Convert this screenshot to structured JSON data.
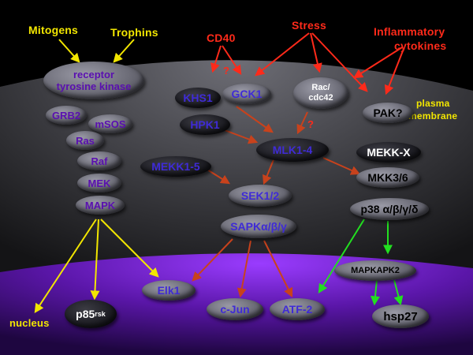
{
  "inputs": {
    "mitogens": "Mitogens",
    "trophins": "Trophins",
    "cd40": "CD40",
    "stress": "Stress",
    "inflammatory_line1": "Inflammatory",
    "inflammatory_line2": "cytokines"
  },
  "membrane": {
    "plasma": "plasma",
    "membrane": "membrane"
  },
  "question_marks": [
    "?",
    "?"
  ],
  "nodes": {
    "rtk_line1": "receptor",
    "rtk_line2": "tyrosine kinase",
    "grb2": "GRB2",
    "msos": "mSOS",
    "ras": "Ras",
    "raf": "Raf",
    "mek": "MEK",
    "mapk": "MAPK",
    "khs1": "KHS1",
    "gck1": "GCK1",
    "rac_line1": "Rac/",
    "rac_line2": "cdc42",
    "hpk1": "HPK1",
    "mlk": "MLK1-4",
    "mekk15": "MEKK1-5",
    "sek": "SEK1/2",
    "sapk": "SAPKα/β/γ",
    "pak": "PAK?",
    "mekkx": "MEKK-X",
    "mkk36": "MKK3/6",
    "p38": "p38 α/β/γ/δ",
    "mapkapk2": "MAPKAPK2",
    "hsp27": "hsp27",
    "elk1": "Elk1",
    "cjun": "c-Jun",
    "atf2": "ATF-2",
    "p85_base": "p85",
    "p85_sup": "rsk"
  },
  "nucleus": "nucleus",
  "colors": {
    "input_yellow": "#f2e600",
    "input_red": "#ff2a1a",
    "arrow_brown": "#c8421c",
    "arrow_green": "#22e020",
    "nucleus_purple": "#6a1fb8"
  }
}
